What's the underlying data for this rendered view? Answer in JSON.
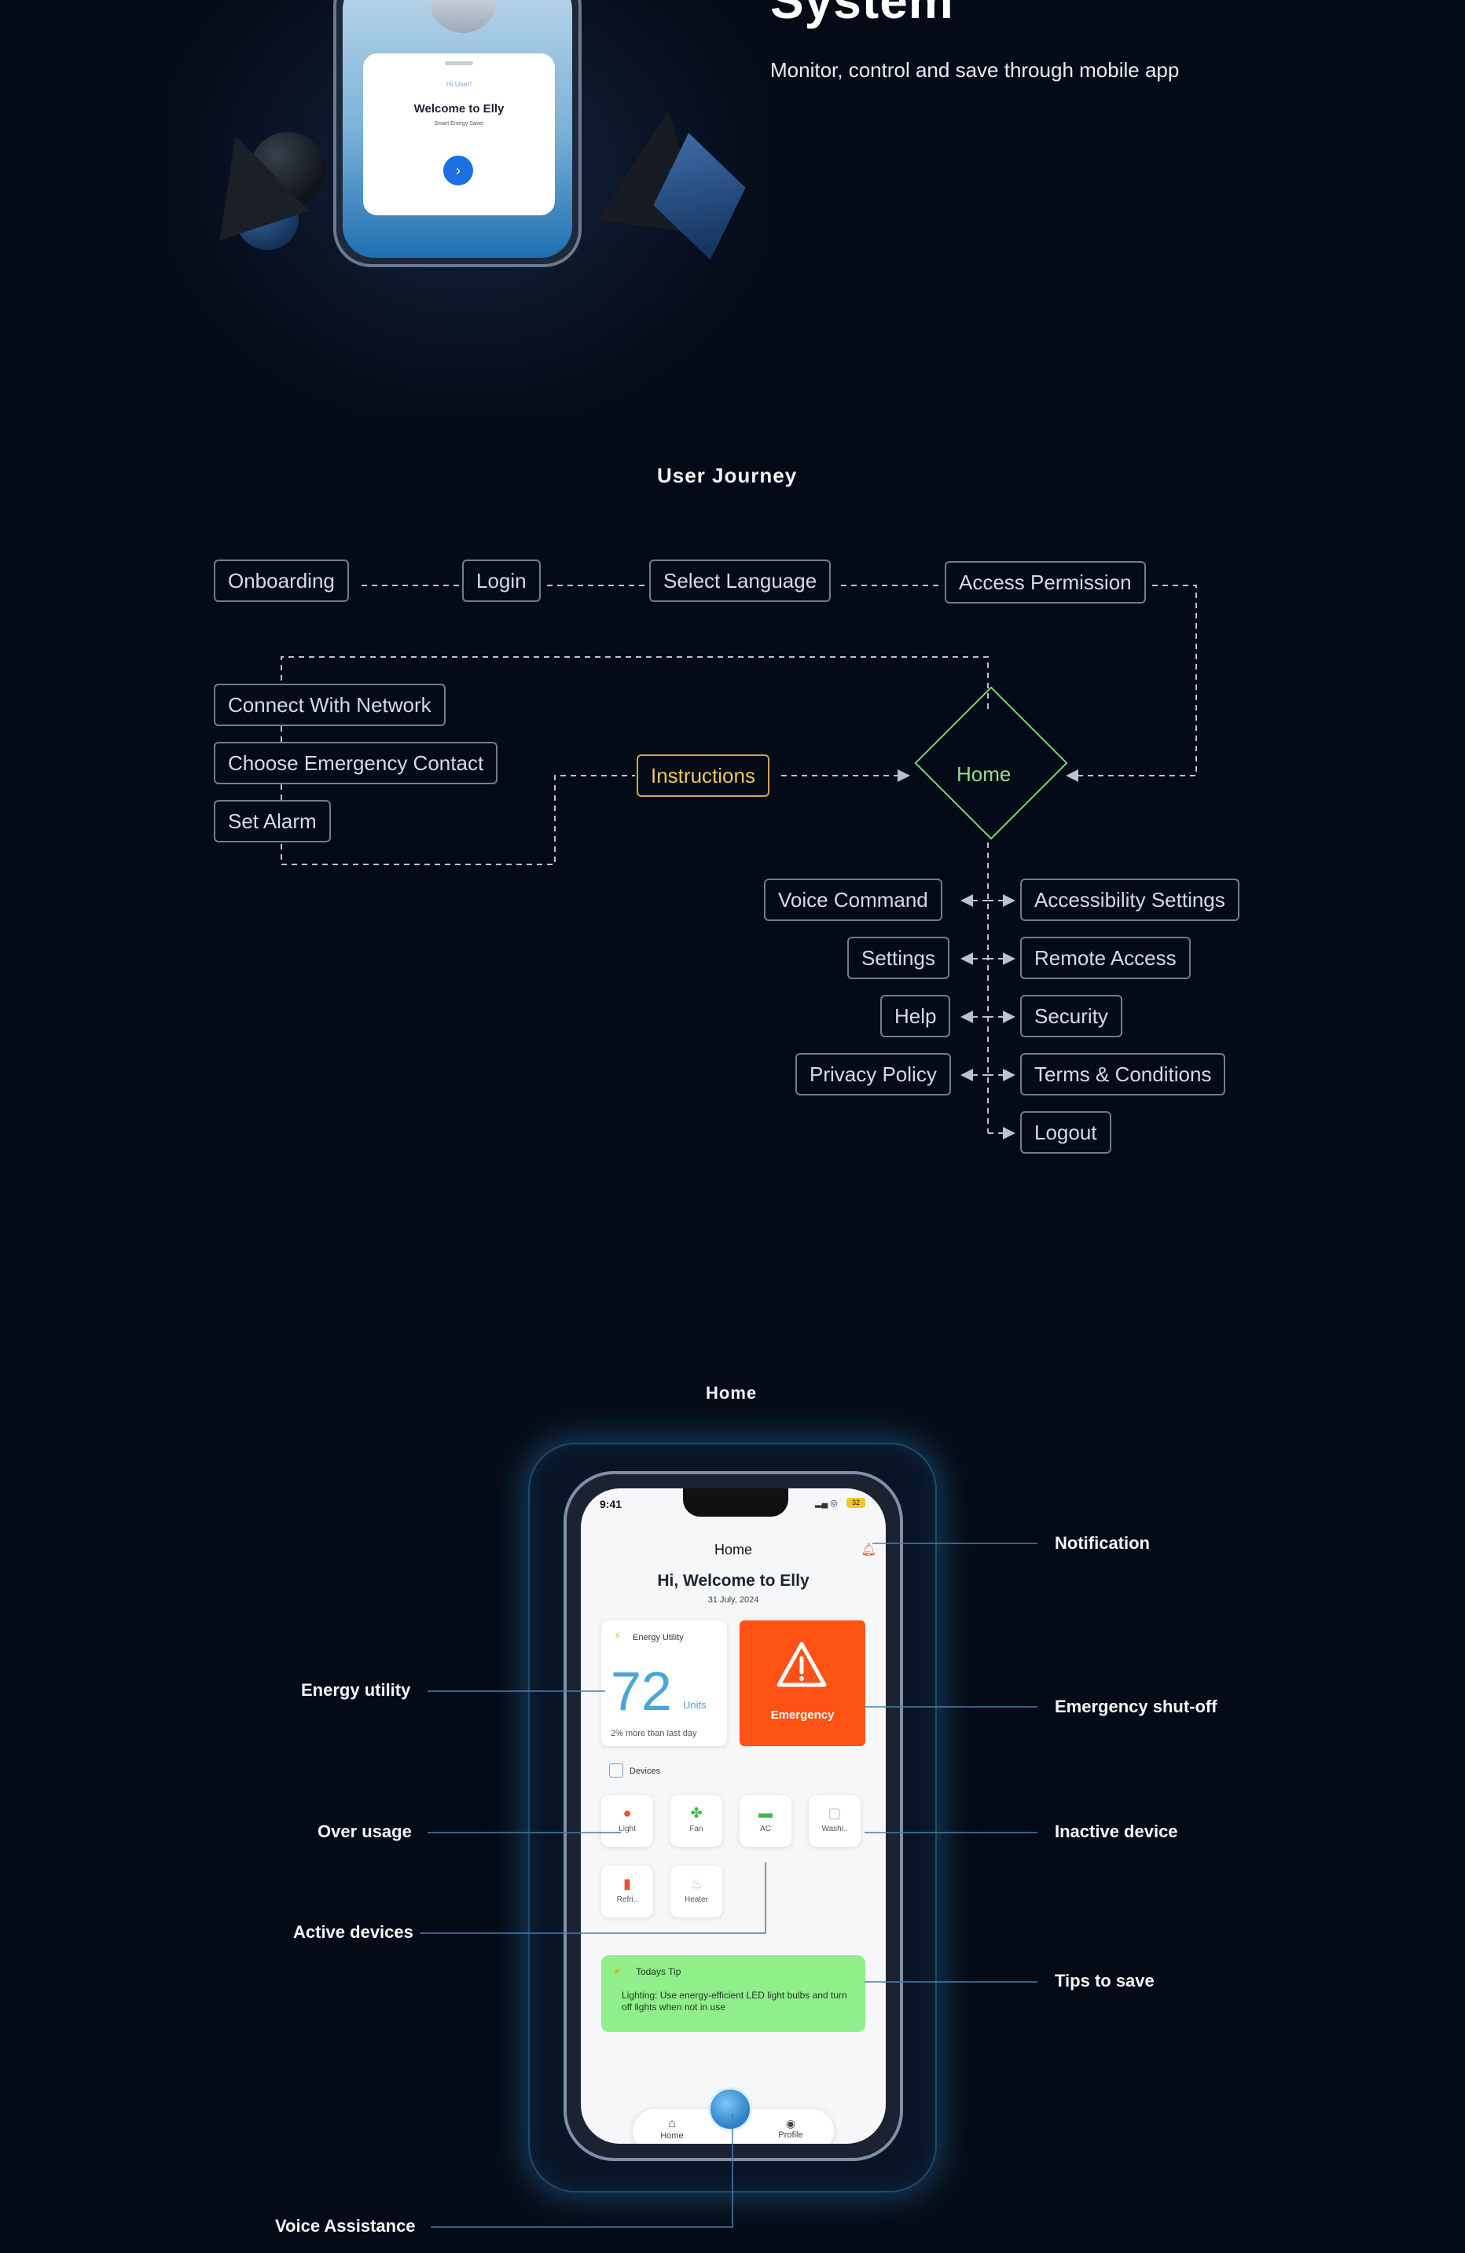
{
  "hero": {
    "title": "System",
    "subtitle": "Monitor, control and save through mobile app",
    "onboarding_card": {
      "greeting": "Hi User!",
      "welcome": "Welcome to Elly",
      "tagline": "Smart Energy Saver",
      "next_icon": "chevron-right-icon"
    }
  },
  "journey": {
    "title": "User Journey",
    "flow": [
      "Onboarding",
      "Login",
      "Select Language",
      "Access Permission"
    ],
    "setup": [
      "Connect With Network",
      "Choose Emergency Contact",
      "Set Alarm"
    ],
    "instructions": "Instructions",
    "home": "Home",
    "left_branch": [
      "Voice Command",
      "Settings",
      "Help",
      "Privacy Policy"
    ],
    "right_branch": [
      "Accessibility Settings",
      "Remote Access",
      "Security",
      "Terms & Conditions",
      "Logout"
    ],
    "colors": {
      "node_border": "#6d7e93",
      "instructions": "#e9c963",
      "home": "#8fe08d"
    }
  },
  "home_screen": {
    "section_title": "Home",
    "status": {
      "time": "9:41",
      "battery": "32"
    },
    "header": "Home",
    "welcome": "Hi, Welcome to Elly",
    "date": "31 July, 2024",
    "energy_utility": {
      "label": "Energy Utility",
      "value": "72",
      "unit": "Units",
      "note": "2% more than last day"
    },
    "emergency": {
      "label": "Emergency",
      "icon": "warning-triangle-icon",
      "color": "#ff5214"
    },
    "devices_title": "Devices",
    "devices": [
      {
        "name": "Light",
        "icon": "bulb-icon",
        "state": "over-usage"
      },
      {
        "name": "Fan",
        "icon": "fan-icon",
        "state": "active"
      },
      {
        "name": "AC",
        "icon": "ac-icon",
        "state": "active"
      },
      {
        "name": "Washi..",
        "icon": "washer-icon",
        "state": "inactive"
      },
      {
        "name": "Refri..",
        "icon": "fridge-icon",
        "state": "active"
      },
      {
        "name": "Heater",
        "icon": "heater-icon",
        "state": "inactive"
      }
    ],
    "tip": {
      "title": "Todays Tip",
      "body": "Lighting: Use energy-efficient LED light bulbs and turn off lights when not in use"
    },
    "nav": {
      "home": "Home",
      "profile": "Profile"
    },
    "annotations": {
      "notification": "Notification",
      "energy_utility": "Energy utility",
      "emergency": "Emergency shut-off",
      "over_usage": "Over usage",
      "inactive": "Inactive device",
      "active": "Active devices",
      "tips": "Tips to save",
      "voice": "Voice Assistance"
    }
  }
}
